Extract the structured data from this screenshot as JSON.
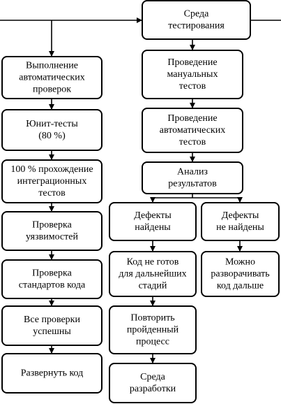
{
  "diagram": {
    "type": "flowchart",
    "line_color": "#000000",
    "box_fill": "#ffffff",
    "nodes": {
      "test_env": [
        "Среда",
        "тестирования"
      ],
      "auto_checks": [
        "Выполнение",
        "автоматических",
        "проверок"
      ],
      "unit_tests": [
        "Юнит-тесты",
        "(80 %)"
      ],
      "integration": [
        "100 % прохождение",
        "интеграционных",
        "тестов"
      ],
      "vuln": [
        "Проверка",
        "уязвимостей"
      ],
      "code_std": [
        "Проверка",
        "стандартов кода"
      ],
      "all_passed": [
        "Все проверки",
        "успешны"
      ],
      "deploy": [
        "Развернуть код"
      ],
      "manual_tests": [
        "Проведение",
        "мануальных",
        "тестов"
      ],
      "auto_tests": [
        "Проведение",
        "автоматических",
        "тестов"
      ],
      "analysis": [
        "Анализ",
        "результатов"
      ],
      "defects_found": [
        "Дефекты",
        "найдены"
      ],
      "defects_none": [
        "Дефекты",
        "не найдены"
      ],
      "not_ready": [
        "Код не готов",
        "для дальнейших",
        "стадий"
      ],
      "can_deploy": [
        "Можно",
        "разворачивать",
        "код дальше"
      ],
      "repeat": [
        "Повторить",
        "пройденный",
        "процесс"
      ],
      "dev_env": [
        "Среда",
        "разработки"
      ]
    }
  }
}
